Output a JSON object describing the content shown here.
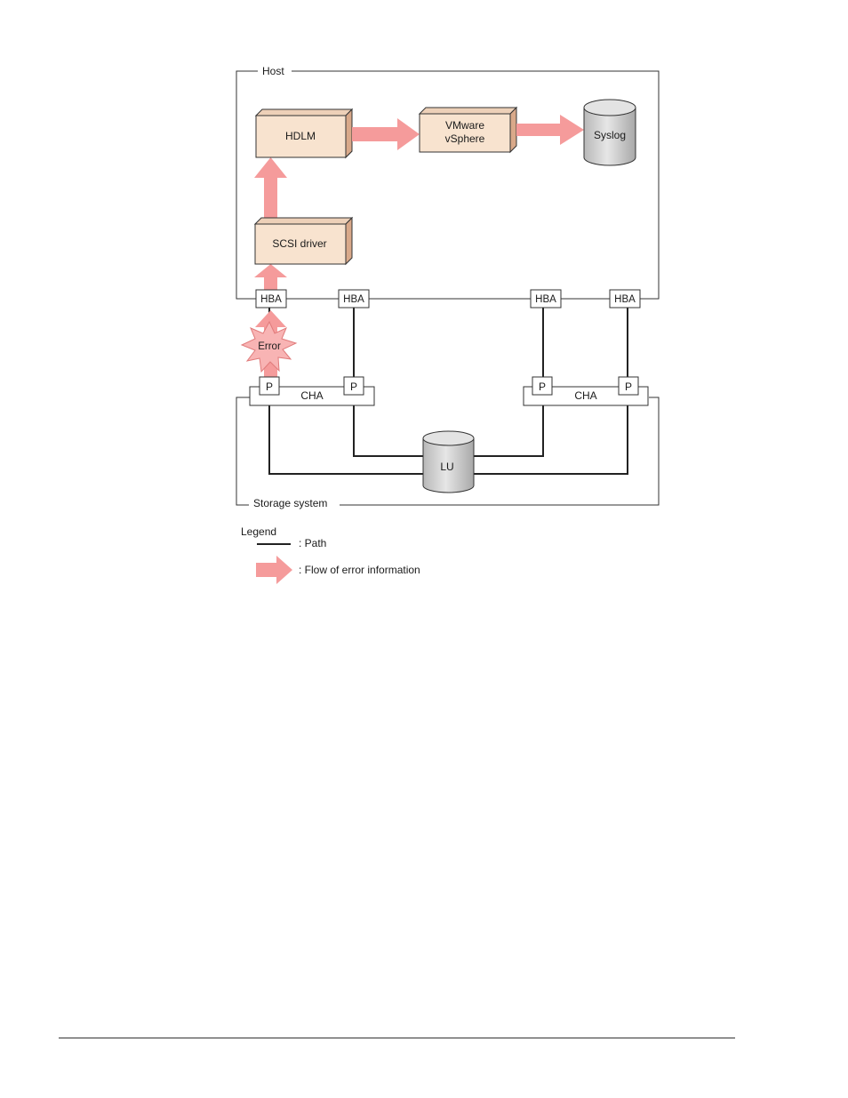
{
  "host": {
    "label": "Host"
  },
  "storage": {
    "label": "Storage system"
  },
  "components": {
    "hdlm": "HDLM",
    "vmware_line1": "VMware",
    "vmware_line2": "vSphere",
    "syslog": "Syslog",
    "scsi_driver": "SCSI driver",
    "lu": "LU"
  },
  "hba_label": "HBA",
  "port_label": "P",
  "cha_label": "CHA",
  "error_label": "Error",
  "legend": {
    "title": "Legend",
    "path": ": Path",
    "flow": ": Flow of error information"
  },
  "colors": {
    "box_fill": "#f8e3cf",
    "box_side": "#d9a98a",
    "flow_arrow": "#f59b9b",
    "cylinder": "#cfcfcf"
  }
}
